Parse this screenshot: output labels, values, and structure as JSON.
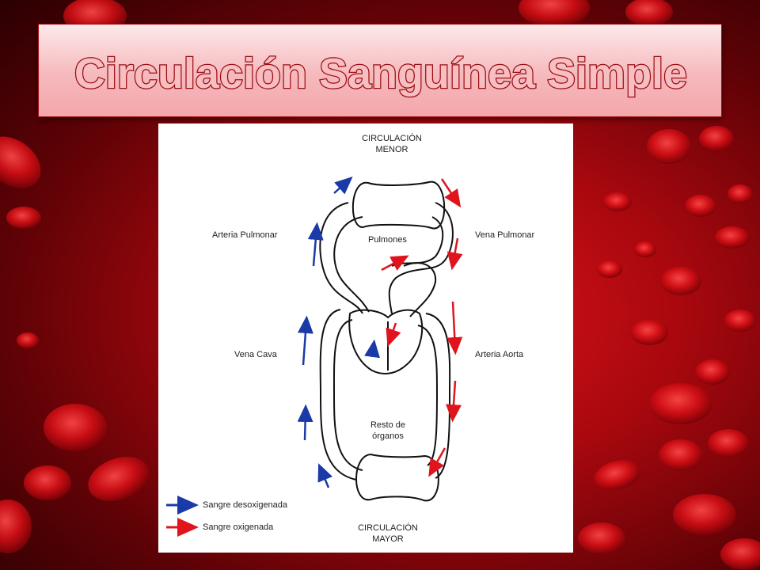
{
  "slide": {
    "title": "Circulación Sanguínea Simple"
  },
  "diagram": {
    "top_label_1": "CIRCULACIÓN",
    "top_label_2": "MENOR",
    "lungs": "Pulmones",
    "pulmonary_artery": "Arteria Pulmonar",
    "pulmonary_vein": "Vena Pulmonar",
    "vena_cava": "Vena Cava",
    "aorta": "Arteria Aorta",
    "organs_1": "Resto de",
    "organs_2": "órganos",
    "bottom_label_1": "CIRCULACIÓN",
    "bottom_label_2": "MAYOR",
    "legend": [
      {
        "label": "Sangre desoxigenada",
        "color": "#1a3aa8"
      },
      {
        "label": "Sangre oxigenada",
        "color": "#e0141c"
      }
    ]
  },
  "colors": {
    "deoxygenated": "#1a3aa8",
    "oxygenated": "#e0141c",
    "title_fill": "#f7bfc2",
    "title_stroke": "#9a0d13"
  }
}
